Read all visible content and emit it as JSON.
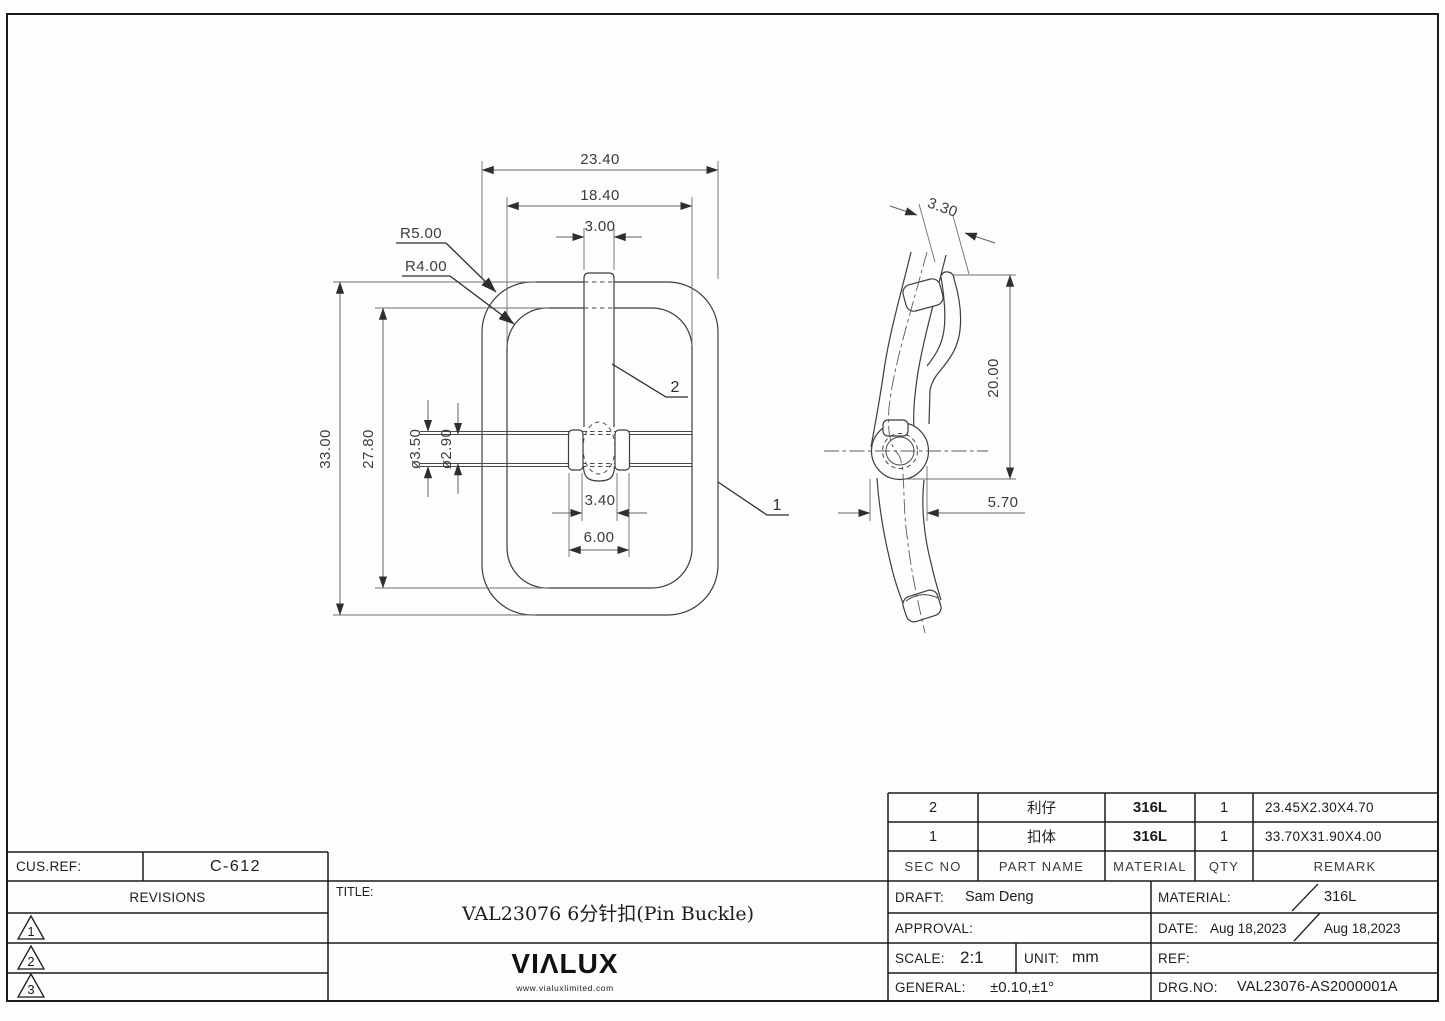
{
  "drawing": {
    "front_view": {
      "dim_outer_width": "23.40",
      "dim_inner_width": "18.40",
      "dim_pin_width": "3.00",
      "dim_radius_outer": "R5.00",
      "dim_radius_inner": "R4.00",
      "dim_outer_height": "33.00",
      "dim_inner_height": "27.80",
      "dim_bar_dia_outer": "ø3.50",
      "dim_bar_dia_inner": "ø2.90",
      "dim_wrap_inner": "3.40",
      "dim_wrap_outer": "6.00",
      "balloon_pin": "2",
      "balloon_frame": "1"
    },
    "side_view": {
      "dim_tip_width": "3.30",
      "dim_pin_height": "20.00",
      "dim_wrap_depth": "5.70"
    }
  },
  "parts_table": {
    "headers": [
      "SEC NO",
      "PART NAME",
      "MATERIAL",
      "QTY",
      "REMARK"
    ],
    "rows": [
      {
        "sec_no": "2",
        "part_name": "利仔",
        "material": "316L",
        "qty": "1",
        "remark": "23.45X2.30X4.70"
      },
      {
        "sec_no": "1",
        "part_name": "扣体",
        "material": "316L",
        "qty": "1",
        "remark": "33.70X31.90X4.00"
      }
    ]
  },
  "title_block": {
    "cus_ref_label": "CUS.REF:",
    "cus_ref_value": "C-612",
    "revisions_label": "REVISIONS",
    "revision_markers": [
      "1",
      "2",
      "3"
    ],
    "title_label": "TITLE:",
    "title_value": "VAL23076  6分针扣(Pin Buckle)",
    "logo_text": "VIΛLUX",
    "logo_site": "www.vialuxlimited.com",
    "draft_label": "DRAFT:",
    "draft_value": "Sam Deng",
    "approval_label": "APPROVAL:",
    "material_label": "MATERIAL:",
    "material_value": "316L",
    "date_label": "DATE:",
    "date_value_1": "Aug 18,2023",
    "date_value_2": "Aug 18,2023",
    "scale_label": "SCALE:",
    "scale_value": "2:1",
    "unit_label": "UNIT:",
    "unit_value": "mm",
    "ref_label": "REF:",
    "general_label": "GENERAL:",
    "general_value": "±0.10,±1°",
    "drg_no_label": "DRG.NO:",
    "drg_no_value": "VAL23076-AS2000001A"
  }
}
